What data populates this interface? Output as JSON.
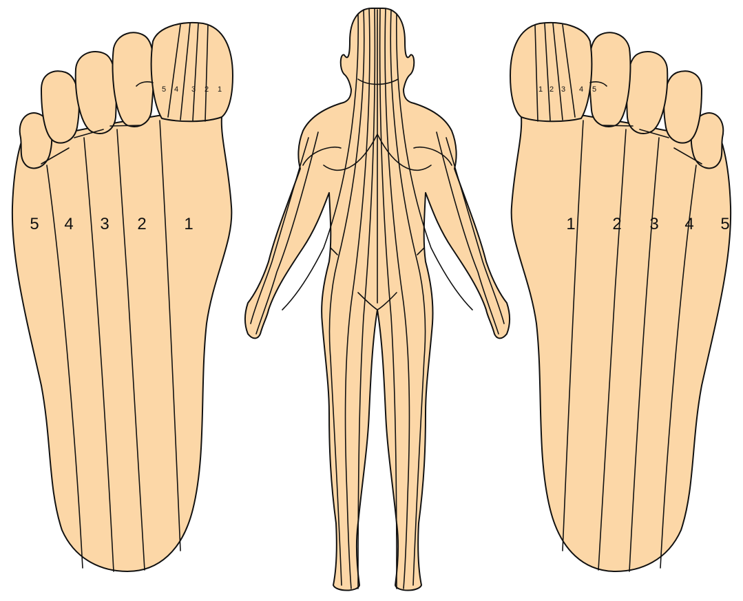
{
  "diagram": {
    "colors": {
      "skin": "#FCD7A7",
      "outline": "#111111",
      "background": "#FFFFFF"
    },
    "left_foot": {
      "zone_labels": [
        "5",
        "4",
        "3",
        "2",
        "1"
      ],
      "big_toe_labels": [
        "5",
        "4",
        "3",
        "2",
        "1"
      ]
    },
    "body": {
      "zone_count": 10
    },
    "right_foot": {
      "zone_labels": [
        "1",
        "2",
        "3",
        "4",
        "5"
      ],
      "big_toe_labels": [
        "1",
        "2",
        "3",
        "4",
        "5"
      ]
    }
  }
}
